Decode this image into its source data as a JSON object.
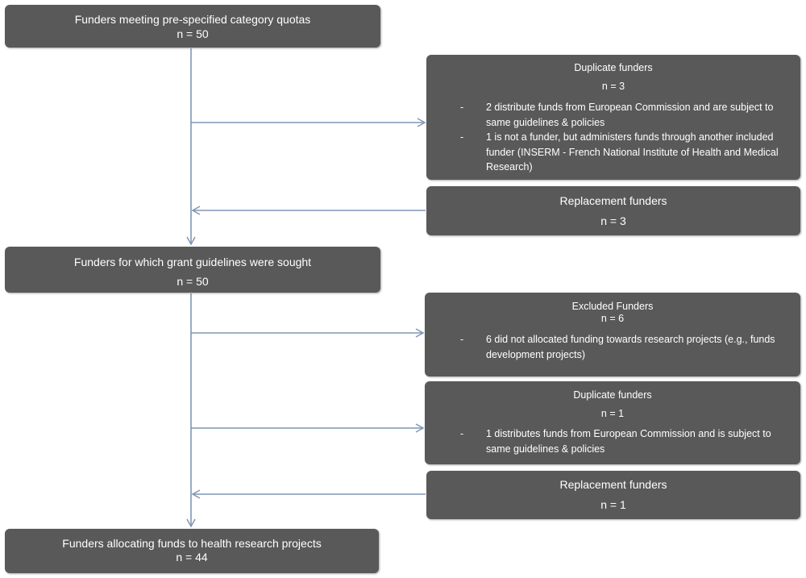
{
  "nodes": {
    "start": {
      "title": "Funders meeting pre-specified category quotas",
      "count": "n = 50"
    },
    "dup1": {
      "title": "Duplicate funders",
      "count": "n = 3",
      "items": [
        "2 distribute funds from European Commission and are subject to same guidelines & policies",
        "1 is not a funder, but administers funds through another included funder (INSERM - French National Institute of Health and Medical Research)"
      ]
    },
    "rep1": {
      "title": "Replacement funders",
      "count": "n = 3"
    },
    "sought": {
      "title": "Funders for which grant guidelines were sought",
      "count": "n = 50"
    },
    "excluded": {
      "title": "Excluded Funders",
      "count": "n = 6",
      "items": [
        "6 did not allocated funding towards research projects (e.g., funds development projects)"
      ]
    },
    "dup2": {
      "title": "Duplicate funders",
      "count": "n = 1",
      "items": [
        "1 distributes funds from European Commission and is subject to same guidelines & policies"
      ]
    },
    "rep2": {
      "title": "Replacement funders",
      "count": "n = 1"
    },
    "final": {
      "title": "Funders allocating funds to health research projects",
      "count": "n = 44"
    }
  },
  "bullet": "-",
  "colors": {
    "box": "#595959",
    "arrow": "#8096b4",
    "text": "#ffffff"
  }
}
